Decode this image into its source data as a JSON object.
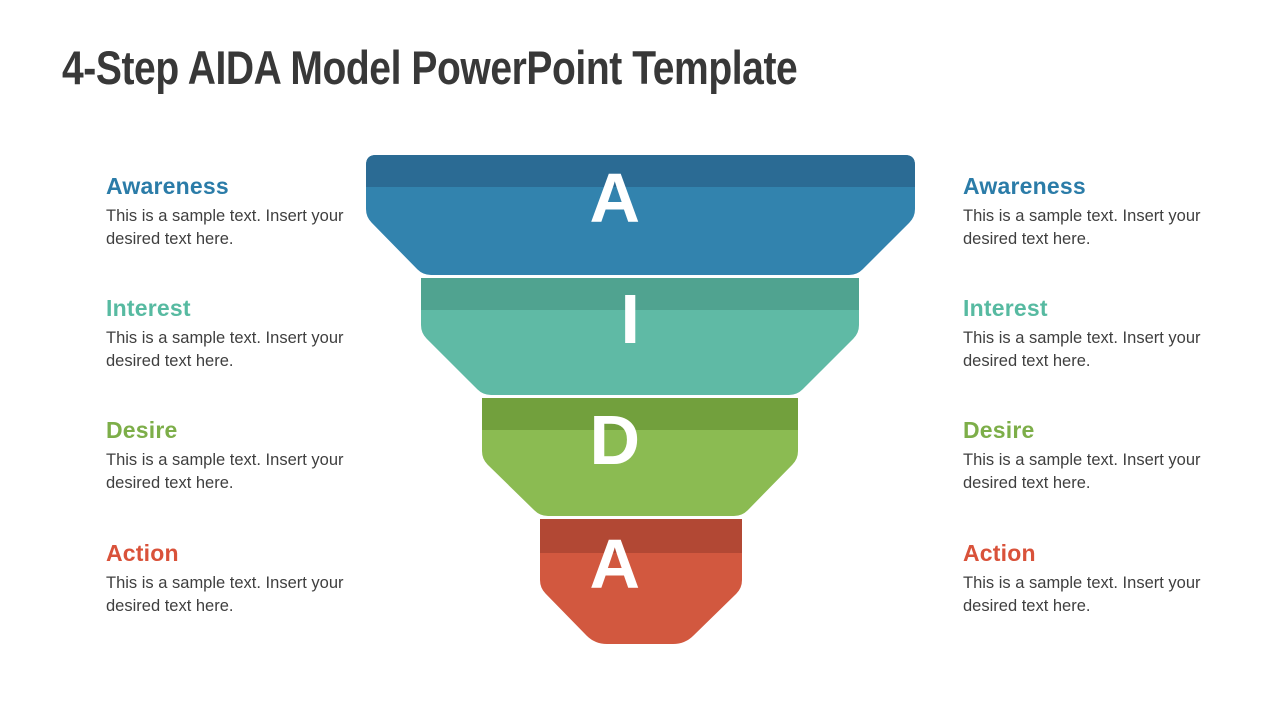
{
  "slide": {
    "title": "4-Step AIDA Model PowerPoint Template",
    "title_color": "#383838",
    "background_color": "#ffffff"
  },
  "funnel": {
    "type": "funnel",
    "letter_color": "#ffffff",
    "segments": [
      {
        "letter": "A",
        "stage": "Awareness",
        "color_dark": "#2b6b94",
        "color_light": "#3283ae"
      },
      {
        "letter": "I",
        "stage": "Interest",
        "color_dark": "#50a390",
        "color_light": "#5fbaa5"
      },
      {
        "letter": "D",
        "stage": "Desire",
        "color_dark": "#72a03d",
        "color_light": "#8bbb52"
      },
      {
        "letter": "A",
        "stage": "Action",
        "color_dark": "#b24834",
        "color_light": "#d2583f"
      }
    ]
  },
  "steps": [
    {
      "label": "Awareness",
      "heading_color": "#2b7ca8",
      "description": "This is a sample text. Insert your desired text here."
    },
    {
      "label": "Interest",
      "heading_color": "#57baa1",
      "description": "This is a sample text. Insert your desired text here."
    },
    {
      "label": "Desire",
      "heading_color": "#7dae49",
      "description": "This is a sample text. Insert your desired text here."
    },
    {
      "label": "Action",
      "heading_color": "#d9523a",
      "description": "This is a sample text. Insert your desired text here."
    }
  ]
}
